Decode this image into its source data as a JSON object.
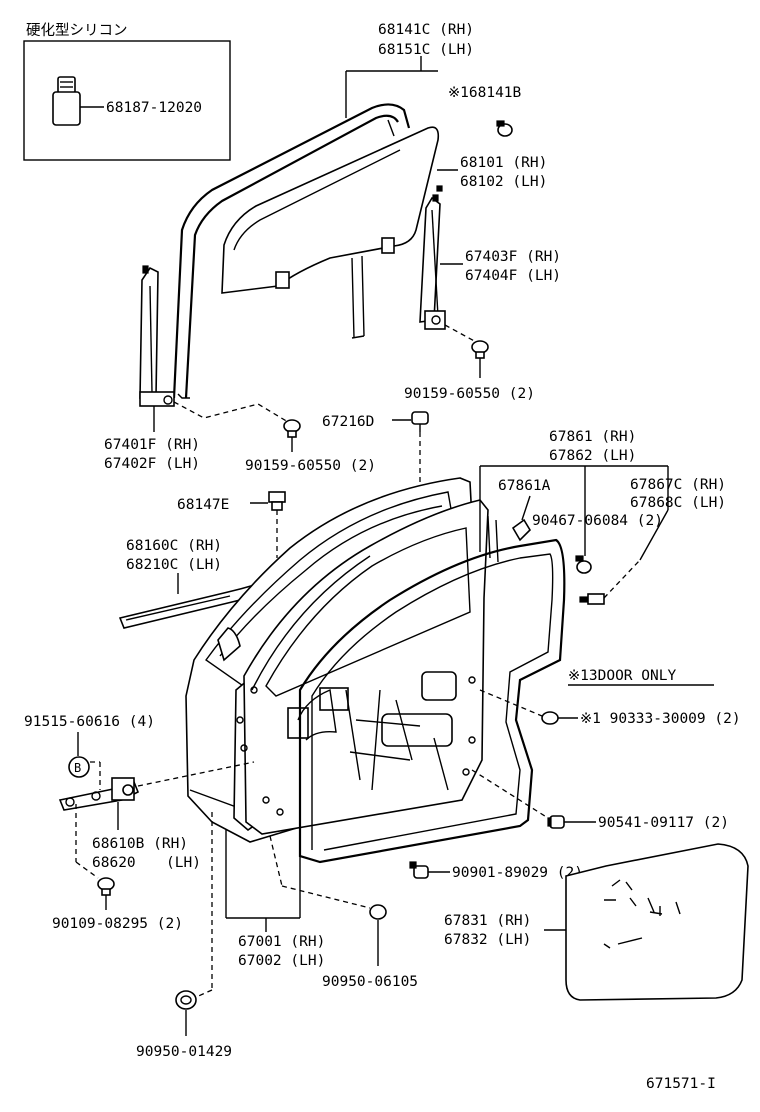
{
  "figure_id": "671571-I",
  "inset": {
    "title": "硬化型シリコン",
    "part_no": "68187-12020"
  },
  "labels": {
    "run_channel": {
      "rh": "68141C (RH)",
      "lh": "68151C (LH)"
    },
    "clip_168141b": "※168141B",
    "glass": {
      "rh": "68101 (RH)",
      "lh": "68102 (LH)"
    },
    "rear_sash": {
      "rh": "67403F (RH)",
      "lh": "67404F (LH)"
    },
    "screw_rear": "90159-60550 (2)",
    "front_sash": {
      "rh": "67401F (RH)",
      "lh": "67402F (LH)"
    },
    "screw_front": "90159-60550 (2)",
    "clip_67216d": "67216D",
    "weatherstrip": {
      "rh": "67861 (RH)",
      "lh": "67862 (LH)"
    },
    "weatherstrip_a": "67861A",
    "weatherstrip_c": {
      "rh": "67867C (RH)",
      "lh": "67868C (LH)"
    },
    "clip_90467": "90467-06084 (2)",
    "clip_68147e": "68147E",
    "belt_moulding": {
      "rh": "68160C (RH)",
      "lh": "68210C (LH)"
    },
    "door_only_note": "※13DOOR  ONLY",
    "plug_90333": "※1 90333-30009 (2)",
    "bolt_91515": "91515-60616 (4)",
    "bolt_symbol": "B",
    "check": {
      "rh": "68610B (RH)",
      "lh_part": "68620",
      "lh_tag": "(LH)"
    },
    "plug_90541": "90541-09117 (2)",
    "clip_90901": "90901-89029 (2)",
    "bolt_90109": "90109-08295 (2)",
    "door_panel": {
      "rh": "67001 (RH)",
      "lh": "67002 (LH)"
    },
    "service_hole_cover": {
      "rh": "67831 (RH)",
      "lh": "67832 (LH)"
    },
    "plug_90950_06105": "90950-06105",
    "plug_90950_01429": "90950-01429"
  }
}
